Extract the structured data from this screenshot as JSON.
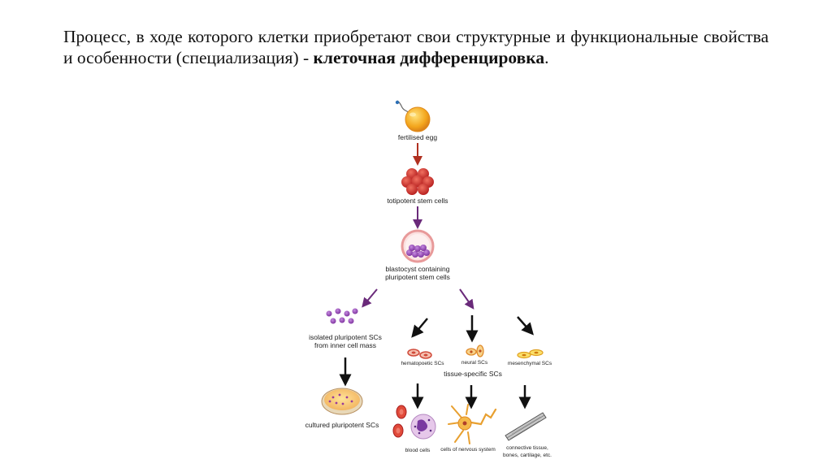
{
  "slide": {
    "text_part1": "Процесс, в ходе которого клетки приобретают свои структурные и функциональные свойства и особенности (специализация) -",
    "text_bold": "клеточная дифференцировка",
    "text_end": "."
  },
  "diagram": {
    "fertilised_egg": "fertilised egg",
    "totipotent": "totipotent stem cells",
    "blastocyst_line1": "blastocyst containing",
    "blastocyst_line2": "pluripotent stem cells",
    "isolated_line1": "isolated pluripotent SCs",
    "isolated_line2": "from inner cell mass",
    "hematopoetic": "hematopoetic SCs",
    "neural": "neural SCs",
    "mesenchymal": "mesenchymal SCs",
    "tissue_specific": "tissue-specific SCs",
    "cultured": "cultured pluripotent SCs",
    "blood_cells": "blood cells",
    "nervous": "cells of nervous system",
    "connective_line1": "connective tissue,",
    "connective_line2": "bones, cartilage, etc."
  }
}
